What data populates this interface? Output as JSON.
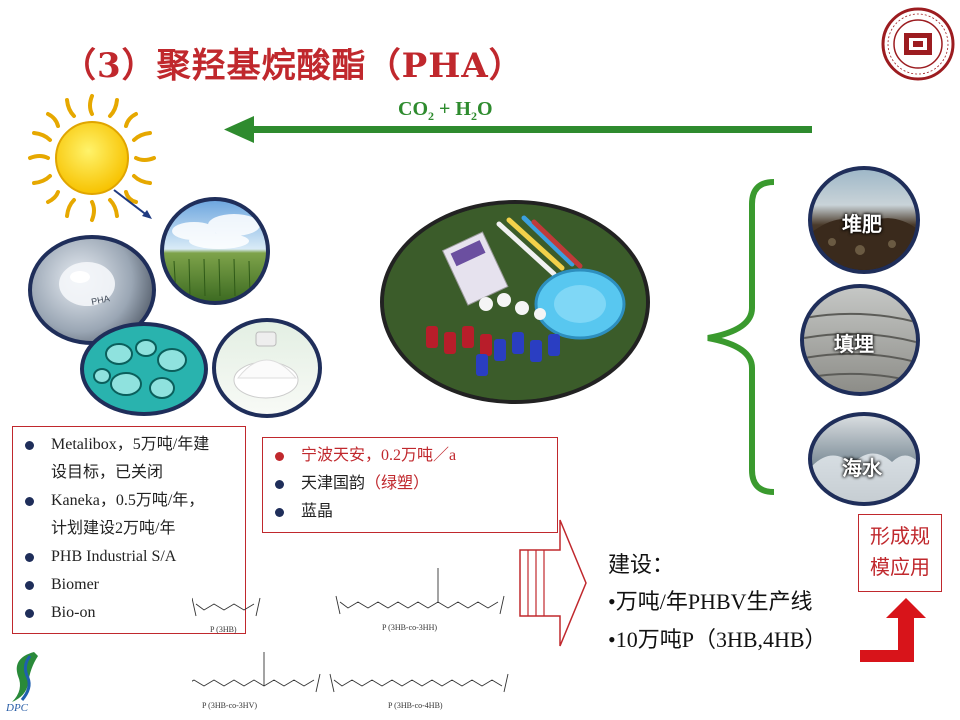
{
  "title": "（3）聚羟基烷酸酯（PHA）",
  "arrow_label": {
    "main": "CO",
    "sub1": "2",
    "mid": " + H",
    "sub2": "2",
    "end": "O"
  },
  "disposal": {
    "items": [
      {
        "label": "堆肥"
      },
      {
        "label": "填埋"
      },
      {
        "label": "海水"
      }
    ]
  },
  "producers_left": [
    {
      "line1": "Metalibox，5万吨/年建",
      "line2": "设目标，已关闭"
    },
    {
      "line1": "Kaneka，0.5万吨/年，",
      "line2": "计划建设2万吨/年"
    },
    {
      "line1": "PHB Industrial S/A",
      "line2": ""
    },
    {
      "line1": "Biomer",
      "line2": ""
    },
    {
      "line1": "Bio-on",
      "line2": ""
    }
  ],
  "producers_right": [
    {
      "text": "宁波天安，0.2万吨／a"
    },
    {
      "text_a": "天津国韵",
      "text_b": "（绿塑）"
    },
    {
      "text": "蓝晶"
    }
  ],
  "plan": {
    "heading": "建设：",
    "items": [
      "•万吨/年PHBV生产线",
      "•10万吨P（3HB,4HB）"
    ]
  },
  "scale_box": {
    "line1": "形成规",
    "line2": "模应用"
  },
  "structures": [
    "P (3HB)",
    "P (3HB-co-3HH)",
    "P (3HB-co-3HV)",
    "P (3HB-co-4HB)"
  ],
  "logo_text": "DPC",
  "colors": {
    "title_red": "#c0282d",
    "arrow_green": "#2e8b2e",
    "bracket_green": "#3a9a2e",
    "navy": "#1f2e5a"
  }
}
